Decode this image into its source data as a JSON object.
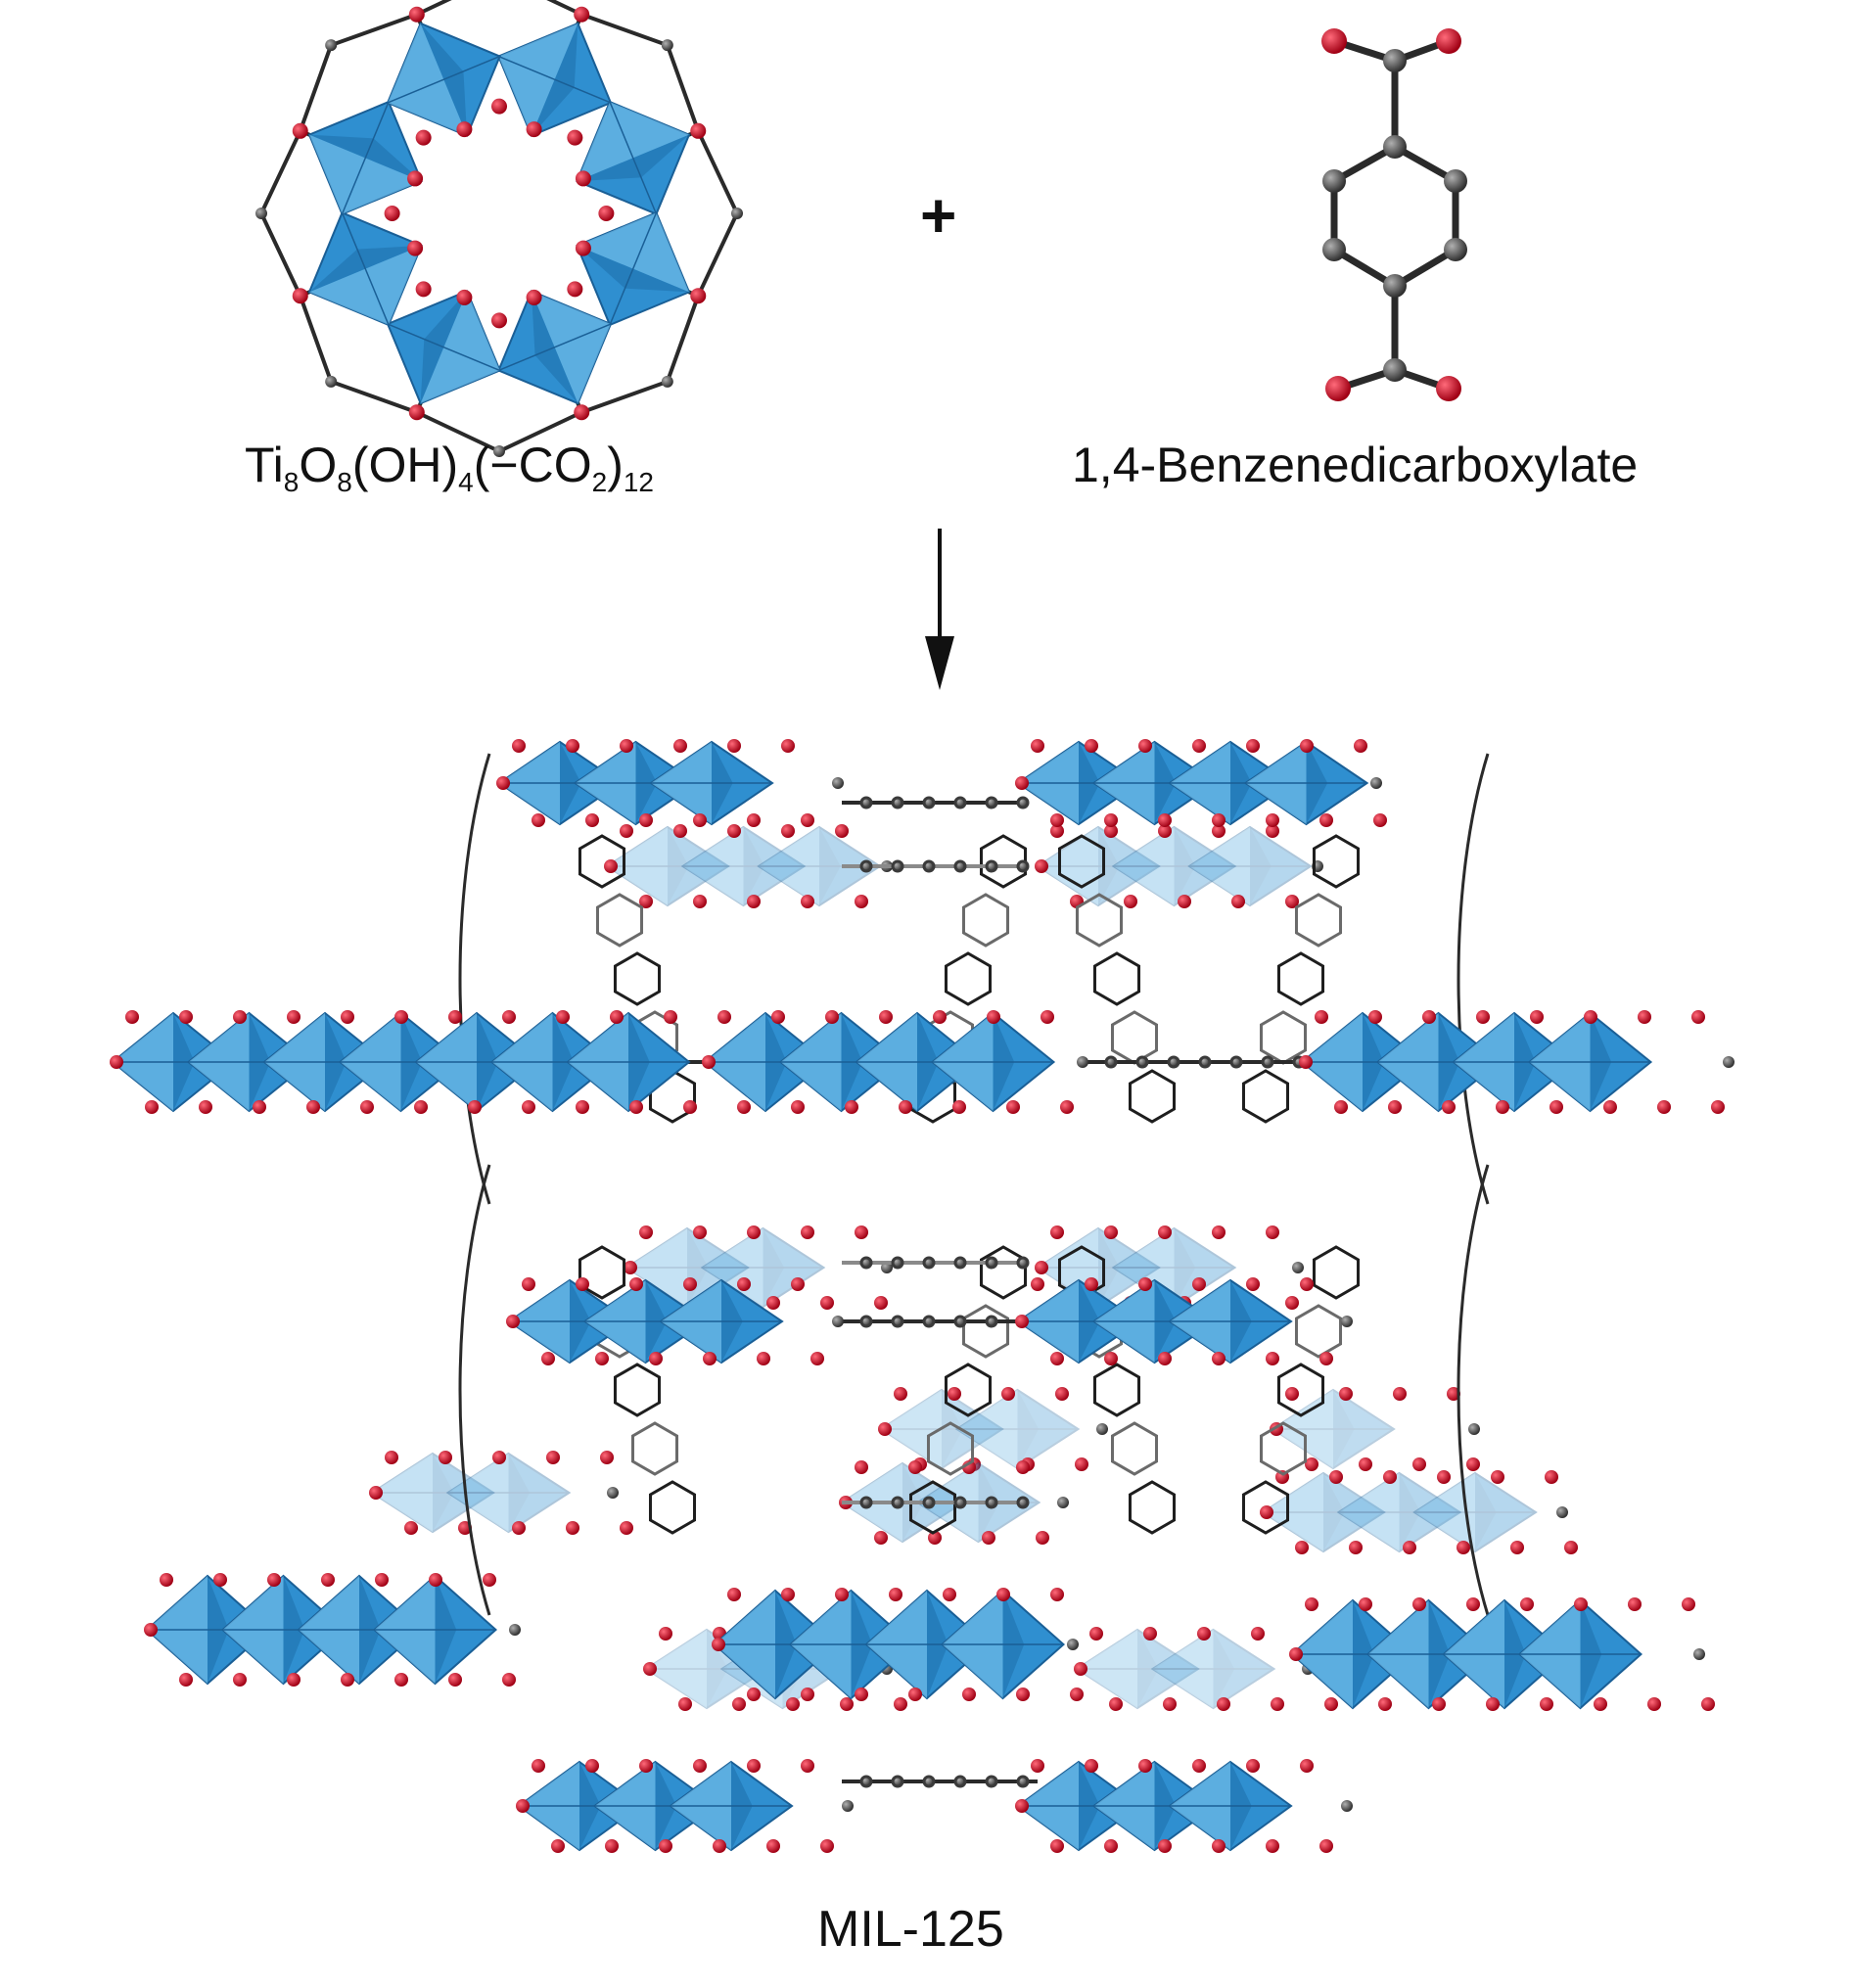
{
  "reactants": {
    "plus": "+",
    "cluster": {
      "formula_parts": [
        {
          "text": "Ti",
          "sub": false
        },
        {
          "text": "8",
          "sub": true
        },
        {
          "text": "O",
          "sub": false
        },
        {
          "text": "8",
          "sub": true
        },
        {
          "text": "(OH)",
          "sub": false
        },
        {
          "text": "4",
          "sub": true
        },
        {
          "text": "(−CO",
          "sub": false
        },
        {
          "text": "2",
          "sub": true
        },
        {
          "text": ")",
          "sub": false
        },
        {
          "text": "12",
          "sub": true
        }
      ]
    },
    "linker": {
      "name": "1,4-Benzenedicarboxylate"
    }
  },
  "product": {
    "name": "MIL-125"
  },
  "colors": {
    "octahedron_fill": "#2f8fd0",
    "octahedron_light": "#6cb8e6",
    "octahedron_dark": "#1d6faa",
    "oxygen_atom": "#c0001a",
    "carbon_atom": "#555555",
    "bond": "#2a2a2a",
    "text": "#111111"
  }
}
